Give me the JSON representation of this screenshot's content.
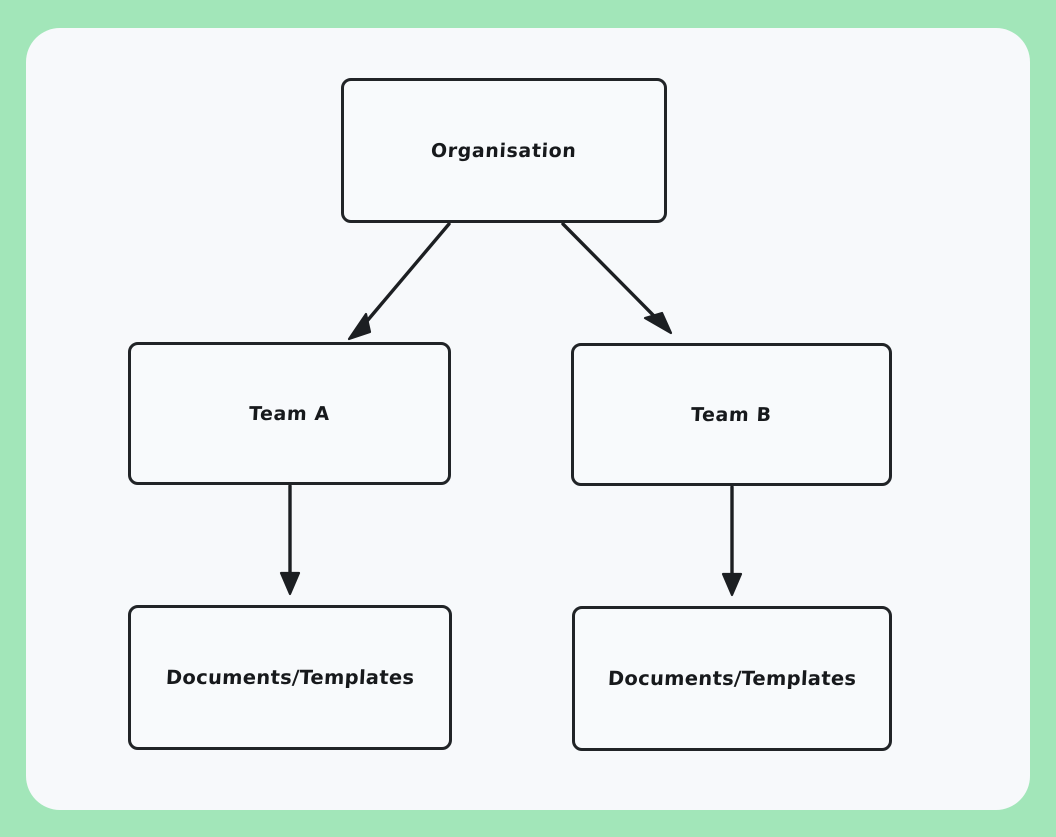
{
  "canvas": {
    "background_color": "#A2E6B9",
    "surface_color": "#F7F9FB",
    "stroke_color": "#212427"
  },
  "diagram": {
    "type": "flowchart",
    "title": "",
    "nodes": [
      {
        "id": "organisation",
        "label": "Organisation",
        "level": 0
      },
      {
        "id": "team-a",
        "label": "Team A",
        "level": 1
      },
      {
        "id": "team-b",
        "label": "Team B",
        "level": 1
      },
      {
        "id": "docs-a",
        "label": "Documents/Templates",
        "level": 2
      },
      {
        "id": "docs-b",
        "label": "Documents/Templates",
        "level": 2
      }
    ],
    "edges": [
      {
        "from": "organisation",
        "to": "team-a",
        "style": "diagonal-arrow"
      },
      {
        "from": "organisation",
        "to": "team-b",
        "style": "diagonal-arrow"
      },
      {
        "from": "team-a",
        "to": "docs-a",
        "style": "vertical-arrow"
      },
      {
        "from": "team-b",
        "to": "docs-b",
        "style": "vertical-arrow"
      }
    ]
  }
}
